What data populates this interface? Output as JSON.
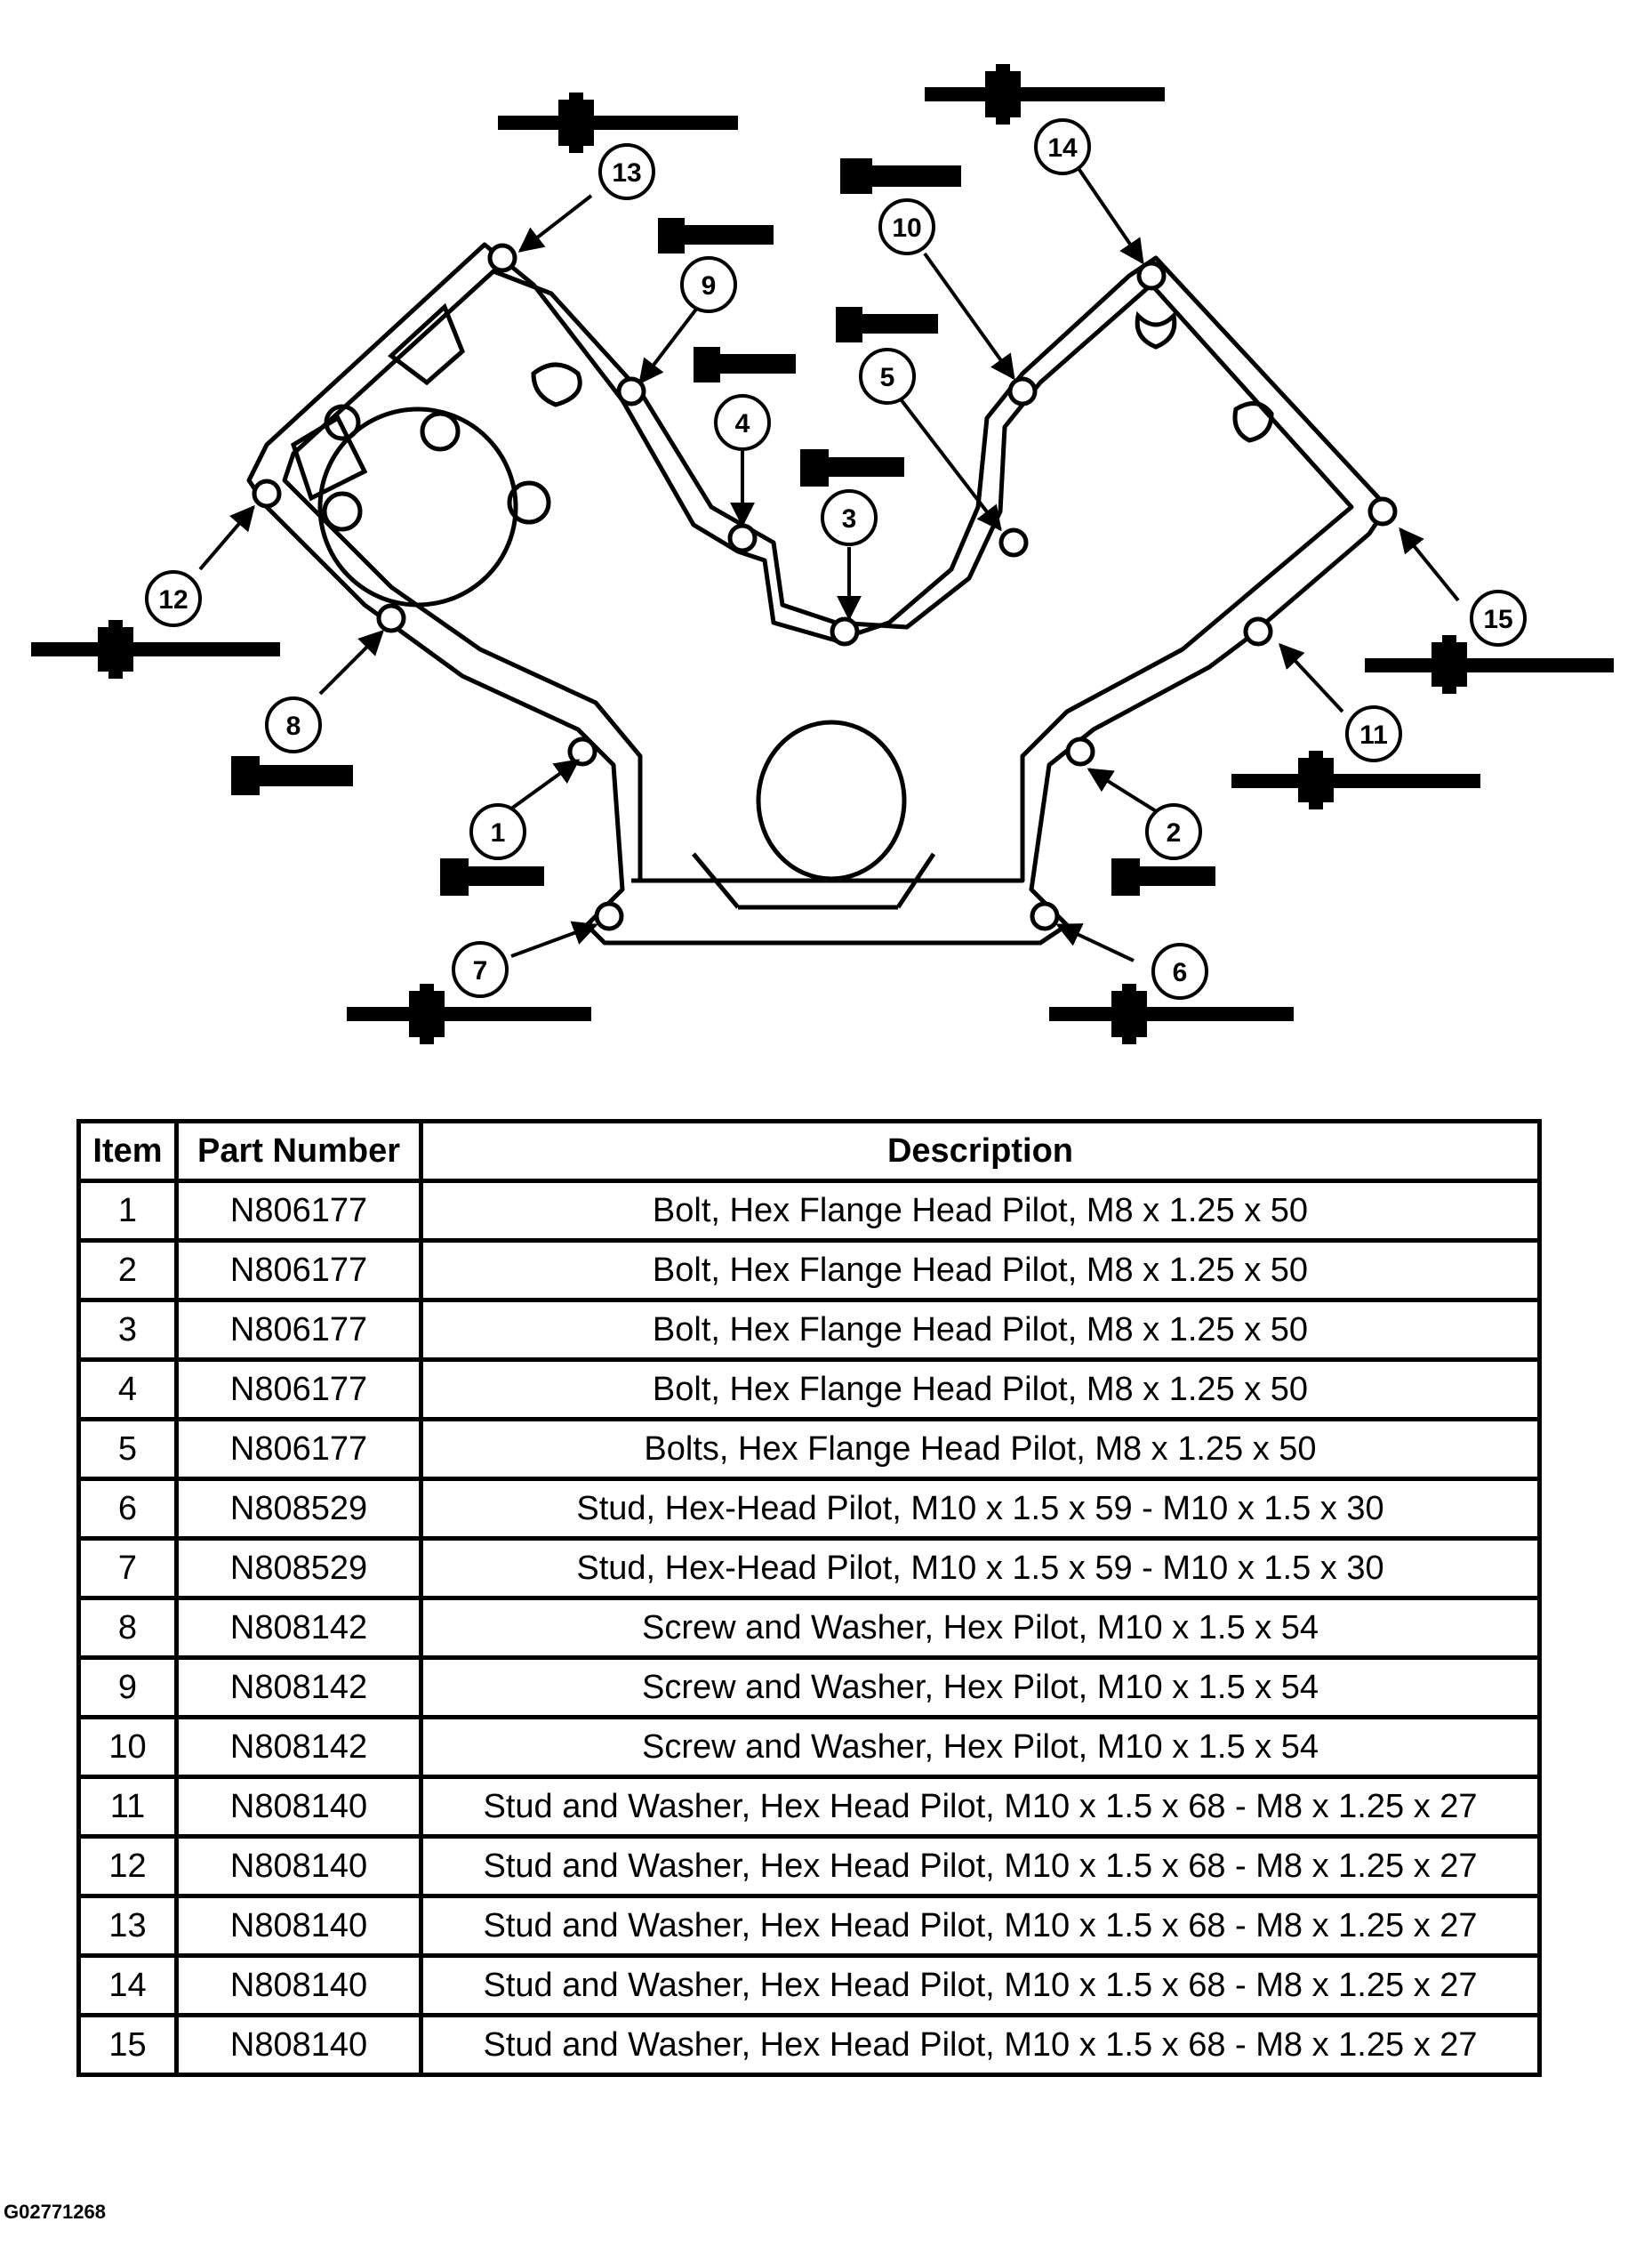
{
  "diagram": {
    "callouts": [
      "1",
      "2",
      "3",
      "4",
      "5",
      "6",
      "7",
      "8",
      "9",
      "10",
      "11",
      "12",
      "13",
      "14",
      "15"
    ]
  },
  "table": {
    "headers": {
      "item": "Item",
      "part_number": "Part Number",
      "description": "Description"
    },
    "rows": [
      {
        "item": "1",
        "part_number": "N806177",
        "description": "Bolt, Hex Flange Head Pilot, M8 x 1.25 x 50"
      },
      {
        "item": "2",
        "part_number": "N806177",
        "description": "Bolt, Hex Flange Head Pilot, M8 x 1.25 x 50"
      },
      {
        "item": "3",
        "part_number": "N806177",
        "description": "Bolt, Hex Flange Head Pilot, M8 x 1.25 x 50"
      },
      {
        "item": "4",
        "part_number": "N806177",
        "description": "Bolt, Hex Flange Head Pilot, M8 x 1.25 x 50"
      },
      {
        "item": "5",
        "part_number": "N806177",
        "description": "Bolts, Hex Flange Head Pilot, M8 x 1.25 x 50"
      },
      {
        "item": "6",
        "part_number": "N808529",
        "description": "Stud, Hex-Head Pilot, M10 x 1.5 x 59 - M10 x 1.5 x 30"
      },
      {
        "item": "7",
        "part_number": "N808529",
        "description": "Stud, Hex-Head Pilot, M10 x 1.5 x 59 - M10 x 1.5 x 30"
      },
      {
        "item": "8",
        "part_number": "N808142",
        "description": "Screw and Washer, Hex Pilot, M10 x 1.5 x 54"
      },
      {
        "item": "9",
        "part_number": "N808142",
        "description": "Screw and Washer, Hex Pilot, M10 x 1.5 x 54"
      },
      {
        "item": "10",
        "part_number": "N808142",
        "description": "Screw and Washer, Hex Pilot, M10 x 1.5 x 54"
      },
      {
        "item": "11",
        "part_number": "N808140",
        "description": "Stud and Washer, Hex Head Pilot, M10 x 1.5 x 68 - M8 x 1.25 x 27"
      },
      {
        "item": "12",
        "part_number": "N808140",
        "description": "Stud and Washer, Hex Head Pilot, M10 x 1.5 x 68 - M8 x 1.25 x 27"
      },
      {
        "item": "13",
        "part_number": "N808140",
        "description": "Stud and Washer, Hex Head Pilot, M10 x 1.5 x 68 - M8 x 1.25 x 27"
      },
      {
        "item": "14",
        "part_number": "N808140",
        "description": "Stud and Washer, Hex Head Pilot, M10 x 1.5 x 68 - M8 x 1.25 x 27"
      },
      {
        "item": "15",
        "part_number": "N808140",
        "description": "Stud and Washer, Hex Head Pilot, M10 x 1.5 x 68 - M8 x 1.25 x 27"
      }
    ]
  },
  "figure_id": "G02771268"
}
